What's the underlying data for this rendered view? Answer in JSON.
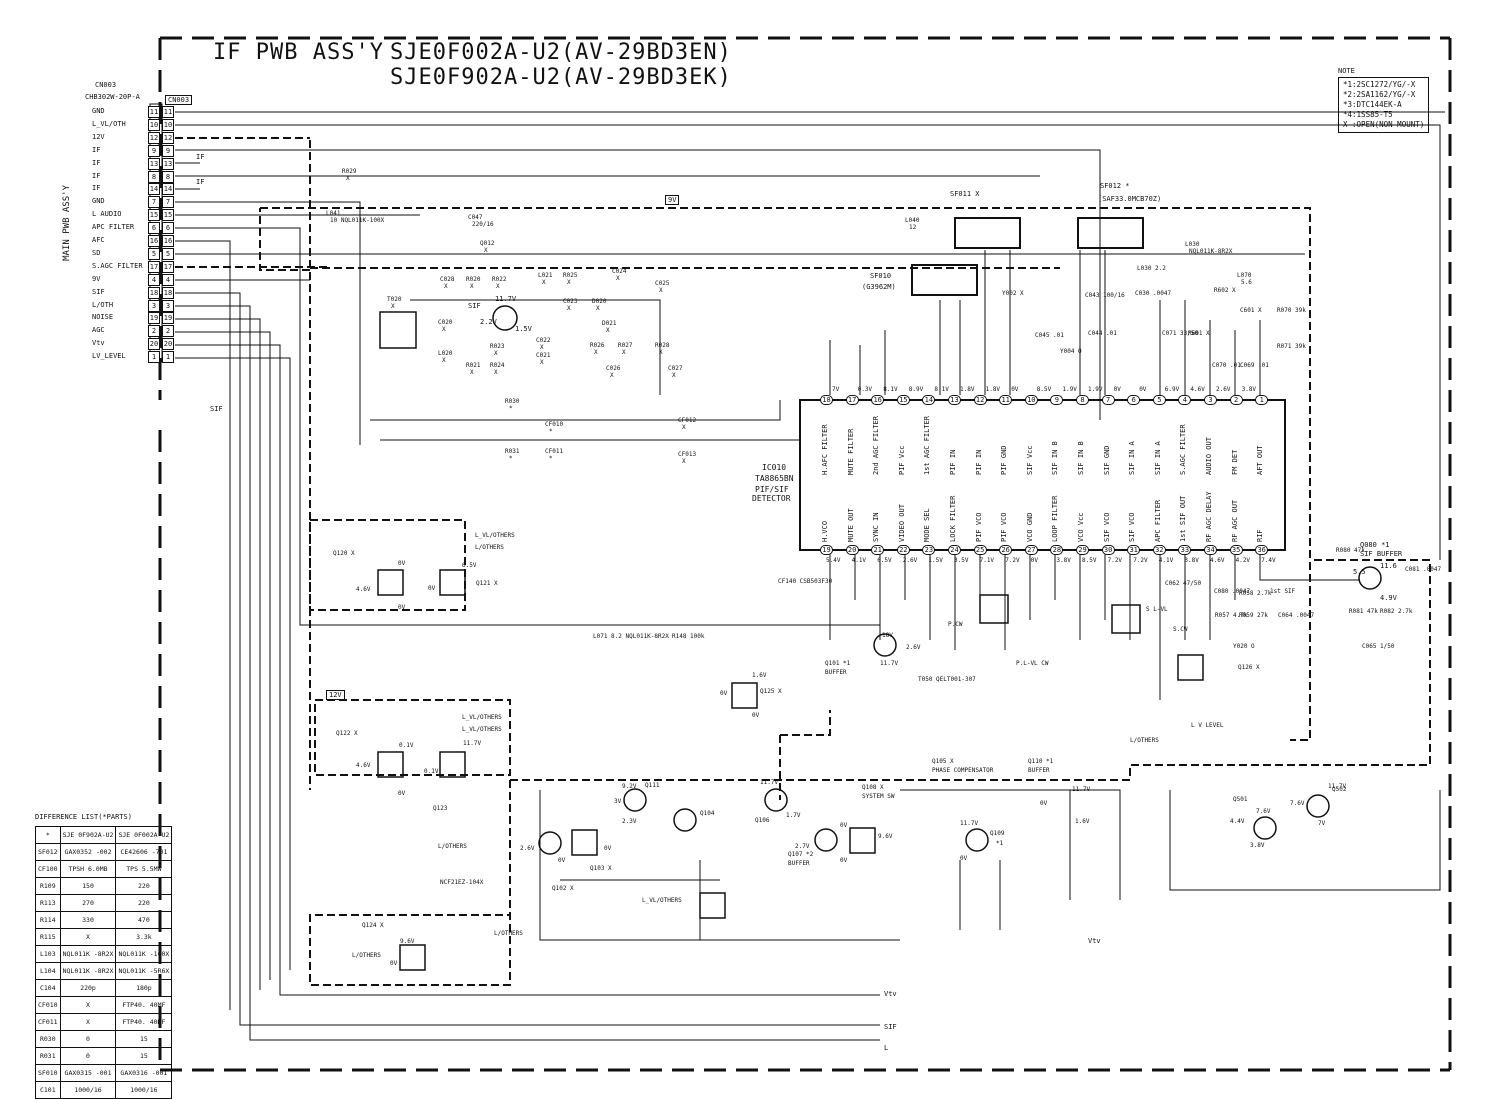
{
  "title": {
    "line1_prefix": "IF PWB ASS'Y",
    "line1": "SJE0F002A-U2(AV-29BD3EN)",
    "line2": "SJE0F902A-U2(AV-29BD3EK)"
  },
  "note": {
    "heading": "NOTE",
    "items": [
      "*1:2SC1272/YG/-X",
      "*2:2SA1162/YG/-X",
      "*3:DTC144EK-A",
      "*4:1SS85-T5",
      "X :OPEN(NON MOUNT)"
    ]
  },
  "connector": {
    "cn_ref": "CN003",
    "cn_part": "CHB302W-20P-A",
    "cn_local": "CN003",
    "main_pwb_label": "MAIN PWB ASS'Y",
    "left_labels": [
      "GND",
      "L_VL/OTH",
      "12V",
      "IF",
      "IF",
      "IF",
      "IF",
      "GND",
      "L AUDIO",
      "APC FILTER",
      "AFC",
      "SD",
      "S.AGC FILTER",
      "9V",
      "SIF",
      "L/OTH",
      "NOISE",
      "AGC",
      "Vtv",
      "LV_LEVEL"
    ],
    "left_pins": [
      "11",
      "10",
      "12",
      "9",
      "13",
      "8",
      "14",
      "7",
      "15",
      "6",
      "16",
      "5",
      "17",
      "4",
      "18",
      "3",
      "19",
      "2",
      "20",
      "1"
    ]
  },
  "ic": {
    "ref": "IC010",
    "part": "TA8865BN",
    "desc1": "PIF/SIF",
    "desc2": "DETECTOR",
    "top_pins": [
      "18",
      "17",
      "16",
      "15",
      "14",
      "13",
      "12",
      "11",
      "10",
      "9",
      "8",
      "7",
      "6",
      "5",
      "4",
      "3",
      "2",
      "1"
    ],
    "top_volts": [
      "7V",
      "0.3V",
      "8.1V",
      "8.9V",
      "8.1V",
      "1.8V",
      "1.8V",
      "0V",
      "8.5V",
      "1.9V",
      "1.9V",
      "0V",
      "0V",
      "6.9V",
      "4.6V",
      "2.6V",
      "3.8V"
    ],
    "top_names": [
      "H.AFC FILTER",
      "MUTE FILTER",
      "2nd AGC FILTER",
      "PIF Vcc",
      "1st AGC FILTER",
      "PIF IN",
      "PIF IN",
      "PIF GND",
      "SIF Vcc",
      "SIF IN B",
      "SIF IN B",
      "SIF GND",
      "SIF IN A",
      "SIF IN A",
      "S.AGC FILTER",
      "AUDIO OUT",
      "FM DET",
      "AFT OUT"
    ],
    "bottom_pins": [
      "19",
      "20",
      "21",
      "22",
      "23",
      "24",
      "25",
      "26",
      "27",
      "28",
      "29",
      "30",
      "31",
      "32",
      "33",
      "34",
      "35",
      "36"
    ],
    "bottom_volts": [
      "5.4V",
      "4.1V",
      "6.5V",
      "2.6V",
      "1.5V",
      "3.5V",
      "7.1V",
      "7.2V",
      "0V",
      "3.8V",
      "8.5V",
      "7.2V",
      "7.2V",
      "4.1V",
      "3.8V",
      "4.6V",
      "4.2V",
      "7.4V"
    ],
    "bottom_names": [
      "H.VCO",
      "MUTE OUT",
      "SYNC IN",
      "VIDEO OUT",
      "MODE SEL",
      "LOCK FILTER",
      "PIF VCO",
      "PIF VCO",
      "VCO GND",
      "LOOP FILTER",
      "VCO Vcc",
      "SIF VCO",
      "SIF VCO",
      "APC FILTER",
      "1st SIF OUT",
      "RF AGC DELAY",
      "RF AGC OUT",
      "RIF"
    ]
  },
  "components": {
    "filters": [
      "SF011 X",
      "SF012 *",
      "(SAF33.0MCB70Z)",
      "SF010",
      "(G3962M)"
    ],
    "labels": [
      {
        "t": "R029",
        "s": "X"
      },
      {
        "t": "L041",
        "s": "10 NQL011K-100X"
      },
      {
        "t": "C047",
        "s": "220/16"
      },
      {
        "t": "Q012",
        "s": "X"
      },
      {
        "t": "9V",
        "s": ""
      },
      {
        "t": "L040",
        "s": "12"
      },
      {
        "t": "L030",
        "s": "NQL011K-8R2X"
      },
      {
        "t": "L070",
        "s": "5.6"
      },
      {
        "t": "C028",
        "s": "X"
      },
      {
        "t": "R020",
        "s": "X"
      },
      {
        "t": "R022",
        "s": "X"
      },
      {
        "t": "L021",
        "s": "X"
      },
      {
        "t": "R025",
        "s": "X"
      },
      {
        "t": "C024",
        "s": "X"
      },
      {
        "t": "C025",
        "s": "X"
      },
      {
        "t": "T020",
        "s": "X"
      },
      {
        "t": "C020",
        "s": "X"
      },
      {
        "t": "L020",
        "s": "X"
      },
      {
        "t": "C023",
        "s": "X"
      },
      {
        "t": "D020",
        "s": "X"
      },
      {
        "t": "D021",
        "s": "X"
      },
      {
        "t": "R023",
        "s": "X"
      },
      {
        "t": "C022",
        "s": "X"
      },
      {
        "t": "C021",
        "s": "X"
      },
      {
        "t": "R021",
        "s": "X"
      },
      {
        "t": "R024",
        "s": "X"
      },
      {
        "t": "R026",
        "s": "X"
      },
      {
        "t": "R027",
        "s": "X"
      },
      {
        "t": "R028",
        "s": "X"
      },
      {
        "t": "C026",
        "s": "X"
      },
      {
        "t": "C027",
        "s": "X"
      },
      {
        "t": "R030",
        "s": "*"
      },
      {
        "t": "CF010",
        "s": "*"
      },
      {
        "t": "R031",
        "s": "*"
      },
      {
        "t": "CF011",
        "s": "*"
      },
      {
        "t": "CF012",
        "s": "X"
      },
      {
        "t": "CF013",
        "s": "X"
      }
    ],
    "q012_volts": [
      "11.7V",
      "2.2V",
      "1.5V"
    ],
    "sif_label": "SIF",
    "bottom_arrows": [
      "Vtv",
      "SIF",
      "L"
    ],
    "misc": [
      "L_VL/OTHERS",
      "L/OTHERS",
      "12V",
      "IF",
      "IF"
    ]
  },
  "right_section": {
    "q080": {
      "ref": "Q080 *1",
      "desc": "SIF BUFFER",
      "volts": [
        "11.6",
        "5.5",
        "4.9V"
      ]
    },
    "parts": [
      "R080 47k",
      "C081 .0047",
      "R081 47k",
      "R082 2.7k",
      "1st SIF",
      "C080 .0047",
      "R058 2.7k",
      "R057 4.7k",
      "R059 27k",
      "C064 .0047",
      "C065 1/50",
      "Y020 O"
    ],
    "labels2": [
      "C062 47/50",
      "R602 X",
      "C601 X",
      "R070 39k",
      "R071 39k",
      "C071 33/50",
      "R601 X",
      "C070 .01",
      "C069 .01",
      "C030 .0047",
      "L030 2.2",
      "C043 100/16",
      "C044 .01",
      "C045 .01",
      "Y004 O",
      "Y002 X"
    ]
  },
  "lower_section": {
    "q120": "Q120 X",
    "q121": "Q121 X",
    "q122": "Q122 X",
    "q123": "Q123",
    "q124": "Q124 X",
    "q125": "Q125 X",
    "q101": "Q101 *1",
    "q101_desc": "BUFFER",
    "q105": "Q105 X",
    "q105_desc": "PHASE COMPENSATOR",
    "q110": "Q110 *1",
    "q110_desc": "BUFFER",
    "q108": "Q108 X",
    "q108_desc": "SYSTEM SW",
    "q107": "Q107 *2",
    "q107_desc": "BUFFER",
    "q109": "Q109",
    "q109_s": "*1",
    "q102": "Q102 X",
    "q103": "Q103 X",
    "q104": "Q104",
    "q106": "Q106",
    "q111": "Q111",
    "q501": "Q501",
    "q502": "Q502",
    "q126": "Q126 X",
    "l071": "L071 8.2 NQL011K-8R2X",
    "r148": "R148 100k",
    "t050": "T050 QELT001-307",
    "ncf": "NCF21EZ-104X",
    "l_v_level": "L V LEVEL",
    "l_others": "L/OTHERS",
    "s_l_vl": "S L-VL",
    "s_cw": "S.CW",
    "p_cw": "P.CW",
    "p_l_vl": "P.L-VL CW",
    "cf140": "CF140 CSB503F30",
    "volts": [
      "4.6V",
      "0V",
      "6.5V",
      "0V",
      "0V",
      "0.1V",
      "11.7V",
      "4.6V",
      "0.1V",
      "0V",
      "9.6V",
      "0V",
      "1.6V",
      "0V",
      "0V",
      "18V",
      "2.6V",
      "11.7V",
      "9.2V",
      "3V",
      "2.3V",
      "11.7V",
      "2.6V",
      "0V",
      "0V",
      "1.7V",
      "2.7V",
      "0V",
      "0V",
      "9.6V",
      "11.7V",
      "0V",
      "11.7V",
      "0V",
      "1.6V",
      "4.4V",
      "7.6V",
      "3.8V",
      "7.6V",
      "11.7V",
      "7V"
    ]
  },
  "diff_list": {
    "heading": "DIFFERENCE LIST(*PARTS)",
    "col_headers": [
      "*",
      "SJE 0F902A-U2",
      "SJE 0F002A-U2"
    ],
    "rows": [
      [
        "SF012",
        "GAX0352 -002",
        "CE42606 -701"
      ],
      [
        "CF100",
        "TPSH 6.0MB",
        "TPS 5.5MW"
      ],
      [
        "R109",
        "150",
        "220"
      ],
      [
        "R113",
        "270",
        "220"
      ],
      [
        "R114",
        "330",
        "470"
      ],
      [
        "R115",
        "X",
        "3.3k"
      ],
      [
        "L103",
        "NQL011K -8R2X",
        "NQL011K -100X"
      ],
      [
        "L104",
        "NQL011K -8R2X",
        "NQL011K -5R6X"
      ],
      [
        "C104",
        "220p",
        "180p"
      ],
      [
        "CF010",
        "X",
        "FTP40. 40MF"
      ],
      [
        "CF011",
        "X",
        "FTP40. 40MF"
      ],
      [
        "R030",
        "0",
        "15"
      ],
      [
        "R031",
        "0",
        "15"
      ],
      [
        "SF010",
        "GAX0315 -001",
        "GAX0316 -001"
      ],
      [
        "C101",
        "1000/16",
        "1000/16"
      ]
    ]
  }
}
